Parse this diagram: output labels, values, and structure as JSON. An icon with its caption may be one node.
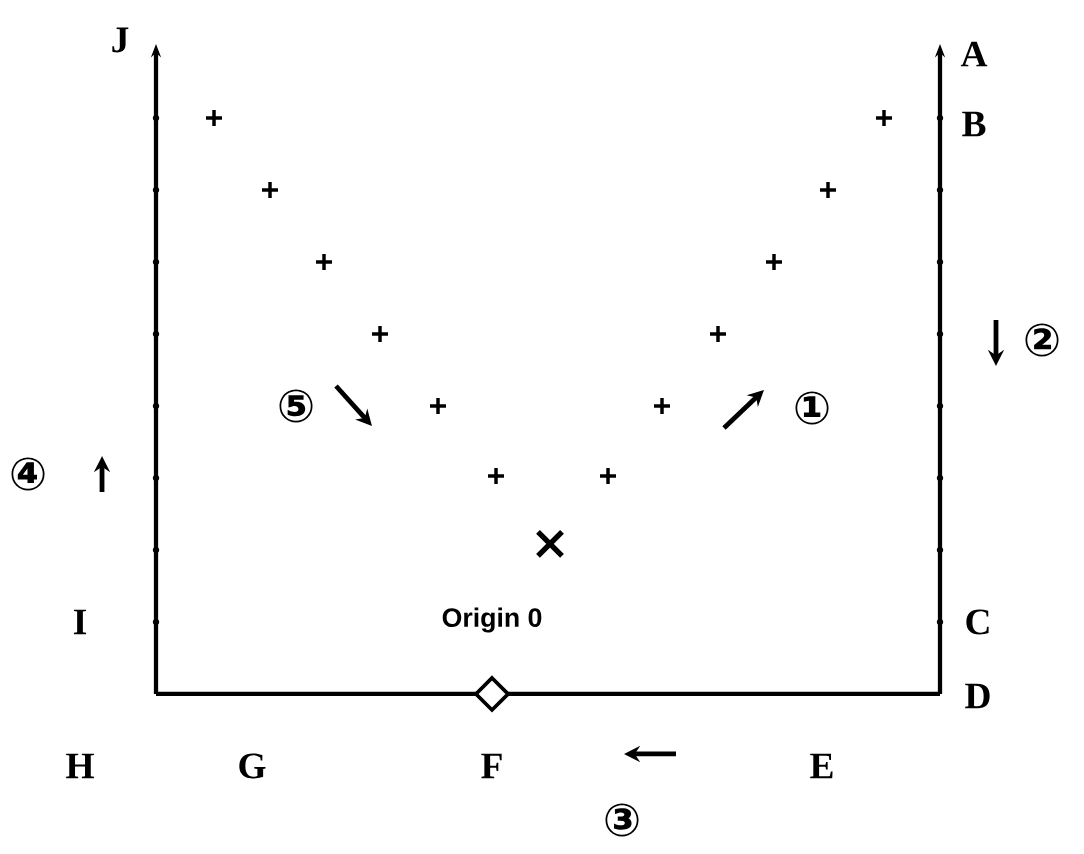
{
  "diagram": {
    "labels": [
      "J",
      "A",
      "B",
      "②",
      "⑤",
      "①",
      "④",
      "I",
      "Origin 0",
      "C",
      "D",
      "H",
      "G",
      "F",
      "E",
      "③"
    ]
  }
}
